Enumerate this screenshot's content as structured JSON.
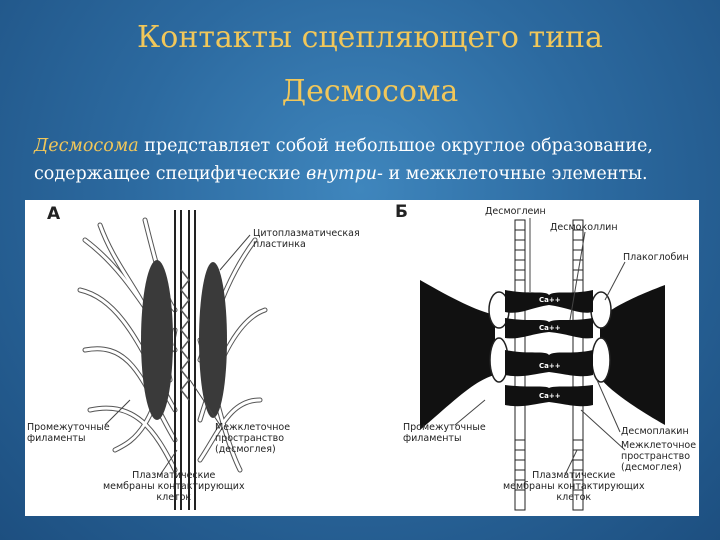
{
  "slide": {
    "title_line1": "Контакты сцепляющего типа",
    "title_line2": "Десмосома",
    "description": {
      "term": "Десмосома",
      "text1": " представляет собой небольшое округлое образование,",
      "text2": "содержащее специфические ",
      "italic": "внутри-",
      "text3": " и межклеточные элементы."
    }
  },
  "figure": {
    "panel_a": {
      "letter": "А",
      "labels": {
        "plate": "Цитоплазматическая\nпластинка",
        "filaments": "Промежуточные\nфиламенты",
        "space": "Межклеточное\nпространство\n(десмоглея)",
        "membranes": "Плазматические\nмембраны контактирующих\nклеток"
      }
    },
    "panel_b": {
      "letter": "Б",
      "labels": {
        "desmoglein": "Десмоглеин",
        "desmocollin": "Десмоколлин",
        "plakoglobin": "Плакоглобин",
        "filaments": "Промежуточные\nфиламенты",
        "desmoplakin": "Десмоплакин",
        "space": "Межклеточное\nпространство\n(десмоглея)",
        "membranes": "Плазматические\nмембраны контактирующих\nклеток"
      },
      "calcium": [
        "Ca++",
        "Ca++",
        "Ca++",
        "Ca++"
      ]
    }
  }
}
